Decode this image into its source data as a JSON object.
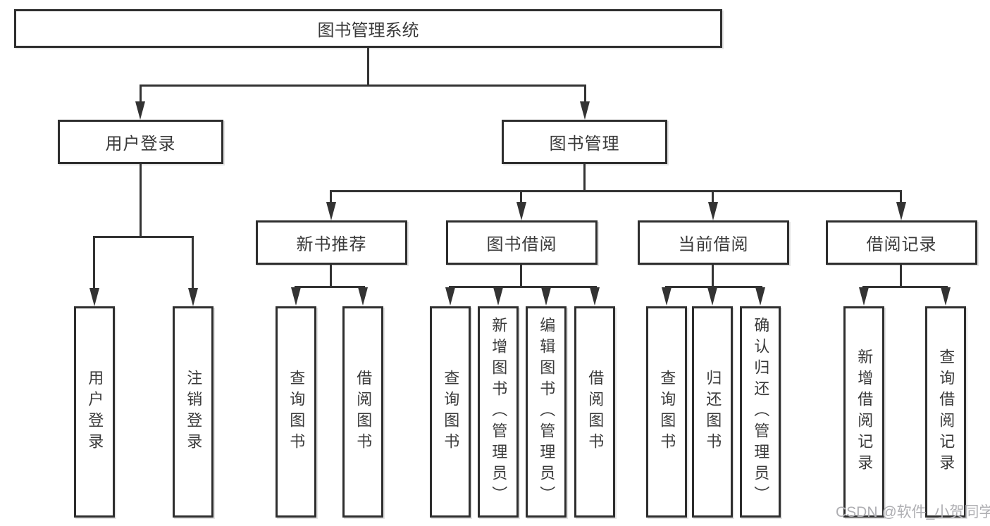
{
  "diagram": {
    "root": {
      "label": "图书管理系统"
    },
    "branches": [
      {
        "label": "用户登录",
        "leaves": [
          {
            "label": "用户登录"
          },
          {
            "label": "注销登录"
          }
        ]
      },
      {
        "label": "图书管理",
        "children": [
          {
            "label": "新书推荐",
            "leaves": [
              {
                "label": "查询图书"
              },
              {
                "label": "借阅图书"
              }
            ]
          },
          {
            "label": "图书借阅",
            "leaves": [
              {
                "label": "查询图书"
              },
              {
                "label": "新增图书（管理员）"
              },
              {
                "label": "编辑图书（管理员）"
              },
              {
                "label": "借阅图书"
              }
            ]
          },
          {
            "label": "当前借阅",
            "leaves": [
              {
                "label": "查询图书"
              },
              {
                "label": "归还图书"
              },
              {
                "label": "确认归还（管理员）"
              }
            ]
          },
          {
            "label": "借阅记录",
            "leaves": [
              {
                "label": "新增借阅记录"
              },
              {
                "label": "查询借阅记录"
              }
            ]
          }
        ]
      }
    ]
  },
  "watermark": {
    "text": "CSDN @软件_小贺同学"
  },
  "colors": {
    "line": "#333333",
    "box_border": "#2e2e2e",
    "text": "#3a3a3a",
    "watermark": "#aeaeb2",
    "background": "#ffffff"
  }
}
